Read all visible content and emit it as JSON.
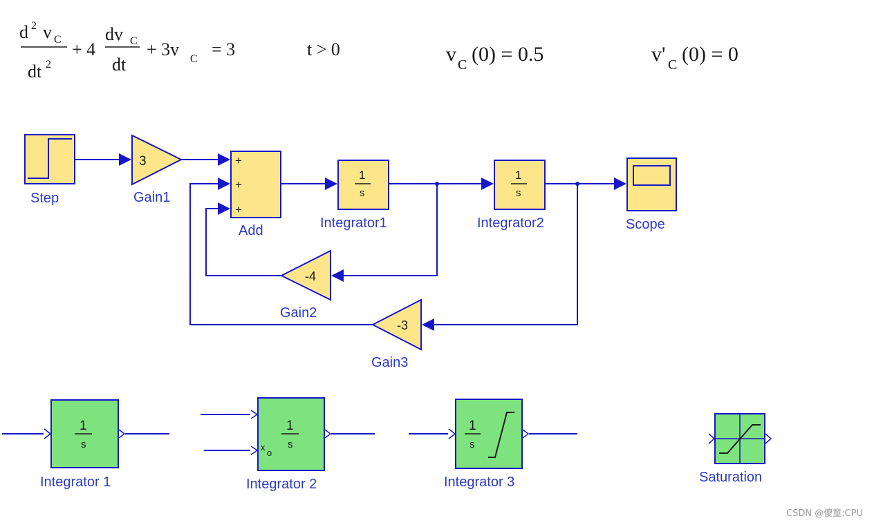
{
  "equation": {
    "d2": "d",
    "sup2": "2",
    "v": "v",
    "subC": "C",
    "dt": "dt",
    "sup2b": "2",
    "plus4": "+ 4",
    "dv": "dv",
    "dtb": "dt",
    "tail": "+ 3v",
    "subC3": "C",
    "eq3": "= 3",
    "tcond": "t > 0",
    "ic1_v": "v",
    "ic1_sub": "C",
    "ic1_rest": "(0) = 0.5",
    "ic2_v": "v'",
    "ic2_sub": "C",
    "ic2_rest": "(0) = 0"
  },
  "blocks": {
    "step": {
      "label": "Step"
    },
    "gain1": {
      "label": "Gain1",
      "value": "3"
    },
    "add": {
      "label": "Add",
      "signs": [
        "+",
        "+",
        "+"
      ]
    },
    "integrator1": {
      "label": "Integrator1",
      "num": "1",
      "den": "s"
    },
    "integrator2": {
      "label": "Integrator2",
      "num": "1",
      "den": "s"
    },
    "scope": {
      "label": "Scope"
    },
    "gain2": {
      "label": "Gain2",
      "value": "-4"
    },
    "gain3": {
      "label": "Gain3",
      "value": "-3"
    }
  },
  "library": {
    "int1": {
      "label": "Integrator 1",
      "num": "1",
      "den": "s"
    },
    "int2": {
      "label": "Integrator 2",
      "num": "1",
      "den": "s",
      "port": "x",
      "port_sub": "o"
    },
    "int3": {
      "label": "Integrator 3",
      "num": "1",
      "den": "s"
    },
    "saturation": {
      "label": "Saturation"
    }
  },
  "watermark": "CSDN @傻童:CPU",
  "colors": {
    "wire": "#1717c9",
    "block_fill": "#fde68a",
    "library_fill": "#7ee37e",
    "label": "#2b39c8"
  }
}
